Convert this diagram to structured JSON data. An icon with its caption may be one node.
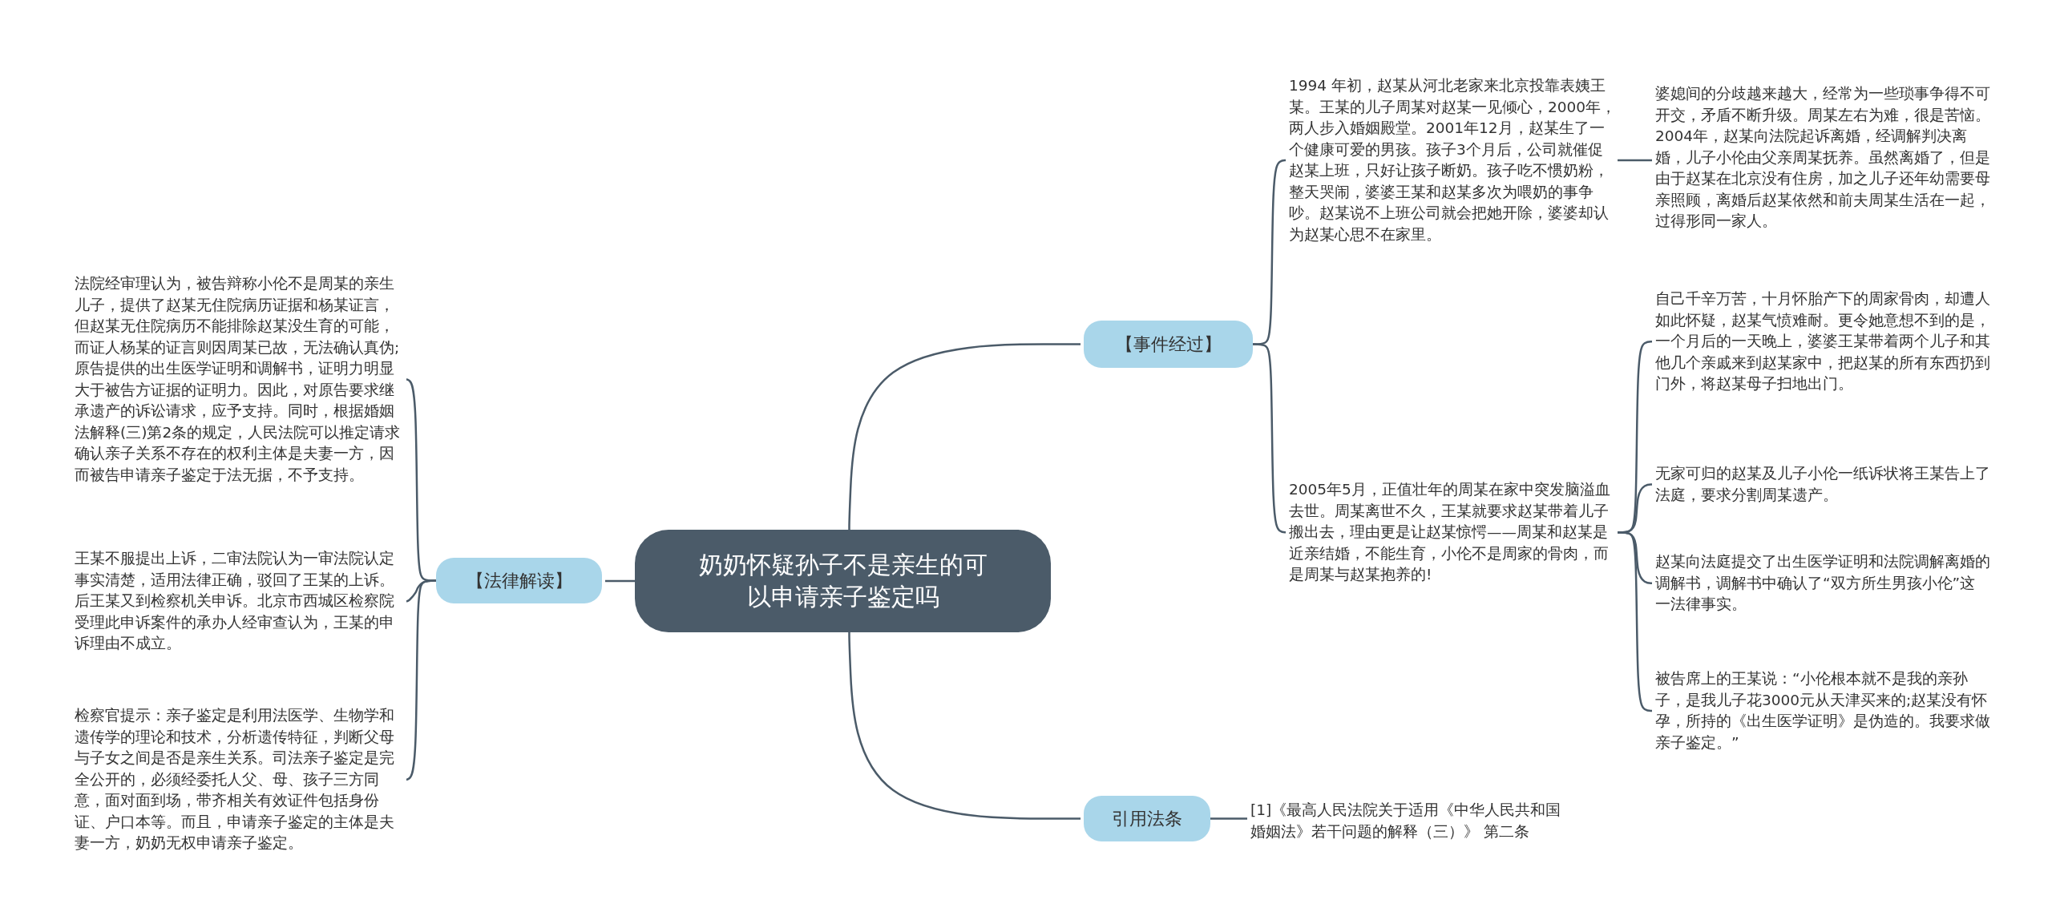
{
  "diagram": {
    "nodes": [
      {
        "text": [
          "奶奶怀疑孙子不是亲生的可以申请亲子鉴定吗"
        ]
      },
      {
        "text": [
          "【事件经过】"
        ]
      },
      {
        "text": [
          "1994 年初，赵某从河北老家来北京投靠表姨王某。王某的儿子周某对赵某一见倾心，2000年，两人步入婚姻殿堂。2001年12月，赵某生了一个健康可爱的男孩。孩子3个月后，公司就催促赵某上班，只好让孩子断奶。孩子吃不惯奶粉，整天哭闹，婆婆王某和赵某多次为喂奶的事争吵。赵某说不上班公司就会把她开除，婆婆却认为赵某心思不在家里。"
        ]
      },
      {
        "text": [
          "婆媳间的分歧越来越大，经常为一些琐事争得不可开交，矛盾不断升级。周某左右为难，很是苦恼。2004年，赵某向法院起诉离婚，经调解判决离婚，儿子小伦由父亲周某抚养。虽然离婚了，但是由于赵某在北京没有住房，加之儿子还年幼需要母亲照顾，离婚后赵某依然和前夫周某生活在一起，过得形同一家人。"
        ]
      },
      {
        "text": [
          "2005年5月，正值壮年的周某在家中突发脑溢血去世。周某离世不久，王某就要求赵某带着儿子搬出去，理由更是让赵某惊愕——周某和赵某是近亲结婚，不能生育，小伦不是周家的骨肉，而是周某与赵某抱养的!"
        ]
      },
      {
        "text": [
          "自己千辛万苦，十月怀胎产下的周家骨肉，却遭人如此怀疑，赵某气愤难耐。更令她意想不到的是，一个月后的一天晚上，婆婆王某带着两个儿子和其他几个亲戚来到赵某家中，把赵某的所有东西扔到门外，将赵某母子扫地出门。"
        ]
      },
      {
        "text": [
          "无家可归的赵某及儿子小伦一纸诉状将王某告上了法庭，要求分割周某遗产。"
        ]
      },
      {
        "text": [
          "赵某向法庭提交了出生医学证明和法院调解离婚的调解书，调解书中确认了“双方所生男孩小伦”这一法律事实。"
        ]
      },
      {
        "text": [
          "被告席上的王某说：“小伦根本就不是我的亲孙子，是我儿子花3000元从天津买来的;赵某没有怀孕，所持的《出生医学证明》是伪造的。我要求做亲子鉴定。”"
        ]
      },
      {
        "text": [
          "引用法条"
        ]
      },
      {
        "text": [
          "[1]《最高人民法院关于适用《中华人民共和国婚姻法》若干问题的解释（三）》 第二条"
        ]
      },
      {
        "text": [
          "【法律解读】"
        ]
      },
      {
        "text": [
          "法院经审理认为，被告辩称小伦不是周某的亲生儿子，提供了赵某无住院病历证据和杨某证言，但赵某无住院病历不能排除赵某没生育的可能，而证人杨某的证言则因周某已故，无法确认真伪;原告提供的出生医学证明和调解书，证明力明显大于被告方证据的证明力。因此，对原告要求继承遗产的诉讼请求，应予支持。同时，根据婚姻法解释(三)第2条的规定，人民法院可以推定请求确认亲子关系不存在的权利主体是夫妻一方，因而被告申请亲子鉴定于法无据，不予支持。"
        ]
      },
      {
        "text": [
          "王某不服提出上诉，二审法院认为一审法院认定事实清楚，适用法律正确，驳回了王某的上诉。后王某又到检察机关申诉。北京市西城区检察院受理此申诉案件的承办人经审查认为，王某的申诉理由不成立。"
        ]
      },
      {
        "text": [
          "检察官提示：亲子鉴定是利用法医学、生物学和遗传学的理论和技术，分析遗传特征，判断父母与子女之间是否是亲生关系。司法亲子鉴定是完全公开的，必须经委托人父、母、孩子三方同意，面对面到场，带齐相关有效证件包括身份证、户口本等。而且，申请亲子鉴定的主体是夫妻一方，奶奶无权申请亲子鉴定。"
        ]
      }
    ],
    "edges": [
      {
        "from": 0,
        "to": 1,
        "arrow": "none"
      },
      {
        "from": 1,
        "to": 2,
        "arrow": "none"
      },
      {
        "from": 2,
        "to": 3,
        "arrow": "none"
      },
      {
        "from": 1,
        "to": 4,
        "arrow": "none"
      },
      {
        "from": 4,
        "to": 5,
        "arrow": "none"
      },
      {
        "from": 4,
        "to": 6,
        "arrow": "none"
      },
      {
        "from": 4,
        "to": 7,
        "arrow": "none"
      },
      {
        "from": 4,
        "to": 8,
        "arrow": "none"
      },
      {
        "from": 0,
        "to": 9,
        "arrow": "none"
      },
      {
        "from": 9,
        "to": 10,
        "arrow": "none"
      },
      {
        "from": 0,
        "to": 11,
        "arrow": "none"
      },
      {
        "from": 11,
        "to": 12,
        "arrow": "none"
      },
      {
        "from": 11,
        "to": 13,
        "arrow": "none"
      },
      {
        "from": 11,
        "to": 14,
        "arrow": "none"
      }
    ]
  }
}
